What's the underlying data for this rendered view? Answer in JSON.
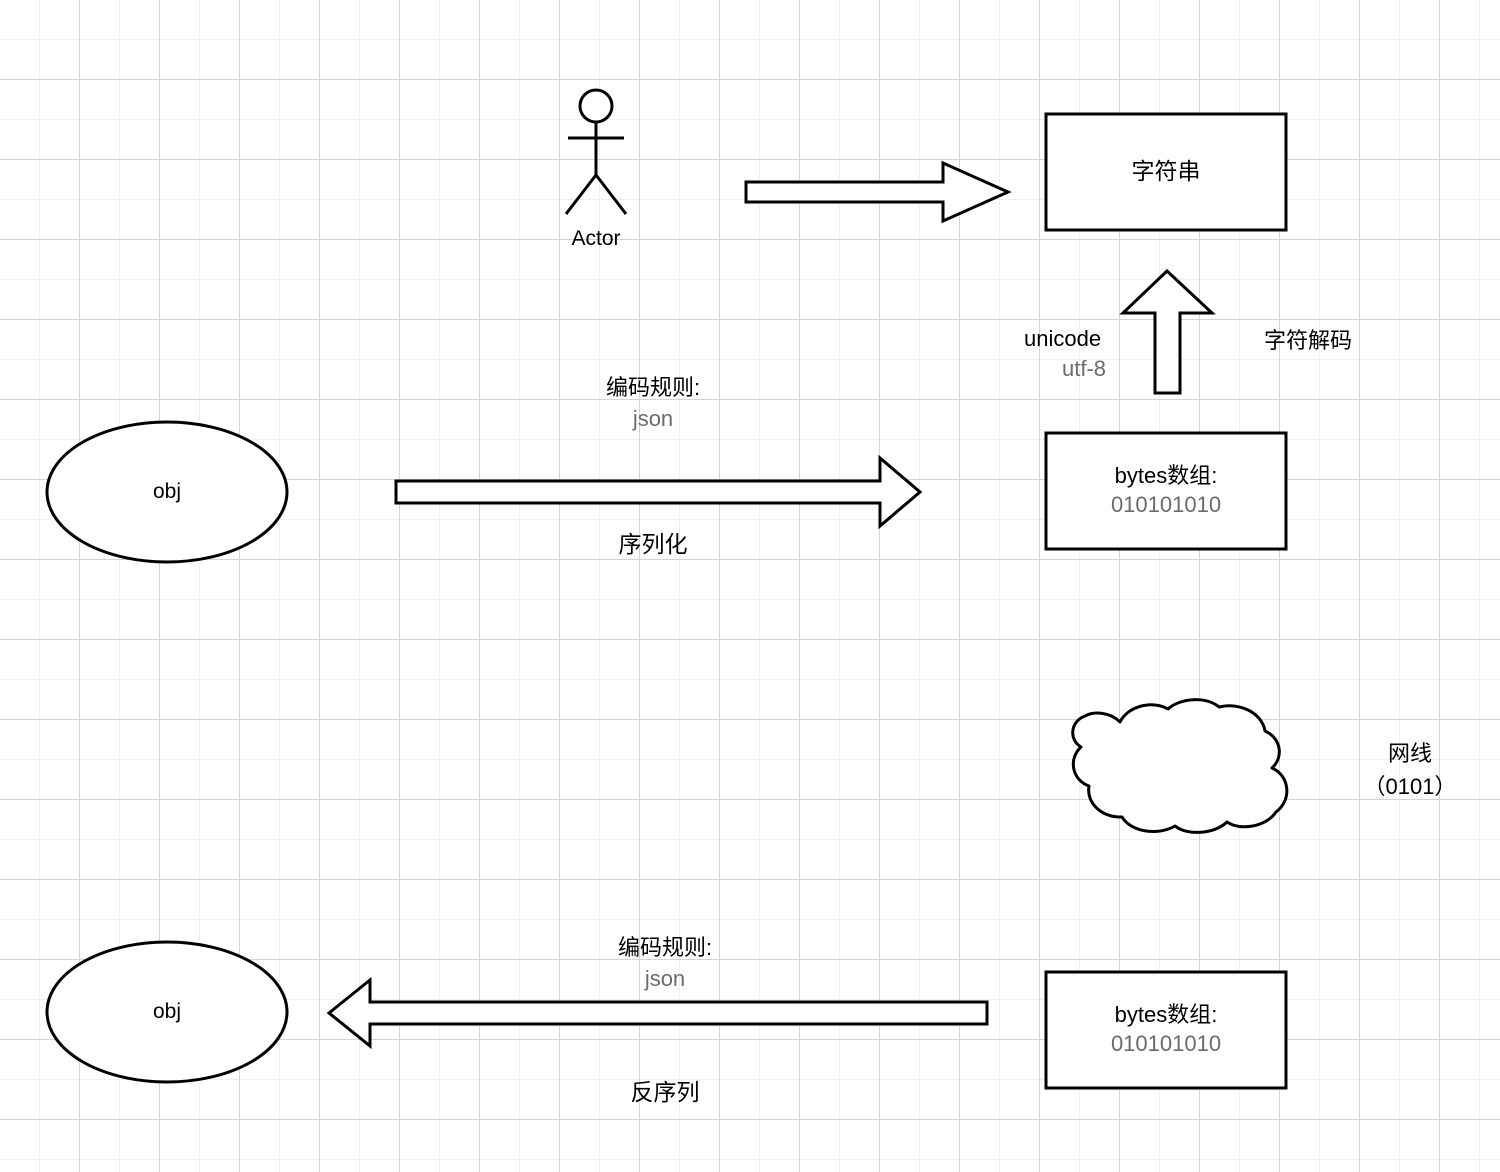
{
  "diagram": {
    "title": "serialization-deserialization-flow",
    "background": "#ffffff",
    "grid_color_major": "#d4d4d4",
    "grid_color_minor": "#efefef",
    "stroke_color": "#000000",
    "text_color": "#000000",
    "subtext_color": "#6b6b6b"
  },
  "actor": {
    "label": "Actor"
  },
  "nodes": {
    "string_box": {
      "label": "字符串"
    },
    "bytes_box_top": {
      "label": "bytes数组:",
      "value": "010101010"
    },
    "bytes_box_bottom": {
      "label": "bytes数组:",
      "value": "010101010"
    },
    "obj_top": {
      "label": "obj"
    },
    "obj_bottom": {
      "label": "obj"
    },
    "cloud": {
      "label": ""
    }
  },
  "labels": {
    "encode_rule_top": {
      "main": "编码规则:",
      "sub": "json"
    },
    "serialize": "序列化",
    "encode_rule_bottom": {
      "main": "编码规则:",
      "sub": "json"
    },
    "deserialize": "反序列",
    "unicode": "unicode",
    "utf8": "utf-8",
    "char_decode": "字符解码",
    "network_cable": "网线",
    "network_cable_value": "（0101）"
  },
  "arrows": {
    "actor_to_string": "block-arrow-right",
    "obj_to_bytes": "block-arrow-right",
    "bytes_to_string": "block-arrow-up",
    "bytes_to_obj": "block-arrow-left"
  }
}
